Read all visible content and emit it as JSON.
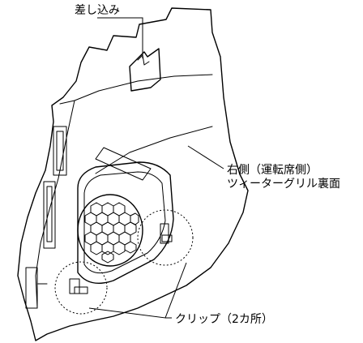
{
  "labels": {
    "insert": "差し込み",
    "panel_line1": "右側（運転席側）",
    "panel_line2": "ツィーターグリル裏面",
    "clip": "クリップ（2カ所）"
  },
  "colors": {
    "line": "#000000",
    "background": "#ffffff"
  }
}
